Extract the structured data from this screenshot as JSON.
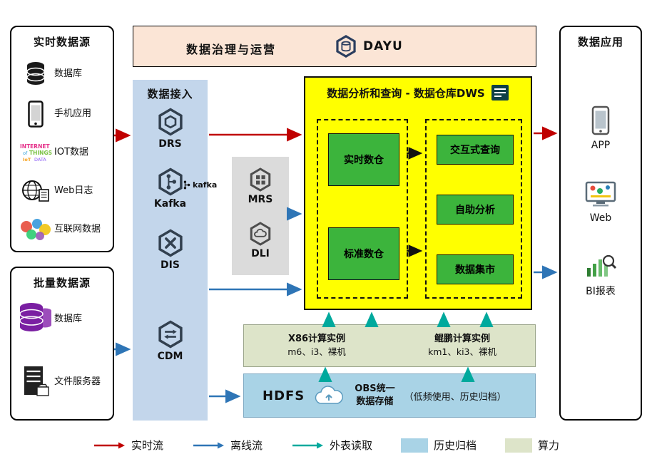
{
  "banner": {
    "title": "数据治理与运营",
    "product": "DAYU"
  },
  "realtime_sources": {
    "title": "实时数据源",
    "items": [
      {
        "label": "数据库",
        "icon": "database-icon"
      },
      {
        "label": "手机应用",
        "icon": "mobile-app-icon"
      },
      {
        "label": "IOT数据",
        "icon": "iot-icon"
      },
      {
        "label": "Web日志",
        "icon": "web-log-icon"
      },
      {
        "label": "互联网数据",
        "icon": "internet-data-icon"
      }
    ]
  },
  "batch_sources": {
    "title": "批量数据源",
    "items": [
      {
        "label": "数据库",
        "icon": "purple-database-icon"
      },
      {
        "label": "文件服务器",
        "icon": "file-server-icon"
      }
    ]
  },
  "ingestion": {
    "title": "数据接入",
    "kafka_wordmark": "kafka",
    "services": [
      {
        "label": "DRS",
        "icon": "drs-hexagon-icon"
      },
      {
        "label": "Kafka",
        "icon": "kafka-hexagon-icon"
      },
      {
        "label": "DIS",
        "icon": "dis-hexagon-icon"
      },
      {
        "label": "CDM",
        "icon": "cdm-hexagon-icon"
      }
    ]
  },
  "middleware": {
    "services": [
      {
        "label": "MRS",
        "icon": "mrs-hexagon-icon"
      },
      {
        "label": "DLI",
        "icon": "dli-hexagon-icon"
      }
    ]
  },
  "dws": {
    "title": "数据分析和查询 - 数据仓库DWS",
    "left_modules": [
      "实时数仓",
      "标准数仓"
    ],
    "right_modules": [
      "交互式查询",
      "自助分析",
      "数据集市"
    ]
  },
  "compute": {
    "x86": {
      "title": "X86计算实例",
      "spec": "m6、i3、裸机"
    },
    "kunpeng": {
      "title": "鲲鹏计算实例",
      "spec": "km1、ki3、裸机"
    }
  },
  "storage": {
    "hdfs": "HDFS",
    "obs_line1": "OBS统一",
    "obs_line2": "数据存储",
    "note": "（低频使用、历史归档）"
  },
  "applications": {
    "title": "数据应用",
    "items": [
      {
        "label": "APP",
        "icon": "app-phone-icon"
      },
      {
        "label": "Web",
        "icon": "web-browser-icon"
      },
      {
        "label": "BI报表",
        "icon": "bi-report-icon"
      }
    ]
  },
  "legend": {
    "items": [
      {
        "label": "实时流",
        "type": "arrow",
        "color": "#c00000"
      },
      {
        "label": "离线流",
        "type": "arrow",
        "color": "#2e75b6"
      },
      {
        "label": "外表读取",
        "type": "arrow",
        "color": "#00a99d"
      },
      {
        "label": "历史归档",
        "type": "swatch",
        "color": "#a9d3e6"
      },
      {
        "label": "算力",
        "type": "swatch",
        "color": "#dde4c9"
      }
    ]
  },
  "colors": {
    "realtime_flow": "#c00000",
    "offline_flow": "#2e75b6",
    "external_read": "#00a99d",
    "dws_panel": "#ffff00",
    "module_green": "#3cb43c",
    "ingestion_panel": "#c3d6eb",
    "banner": "#fbe5d6",
    "compute_panel": "#dde4c9",
    "storage_panel": "#a9d3e6",
    "middleware_panel": "#dbdbdb"
  }
}
